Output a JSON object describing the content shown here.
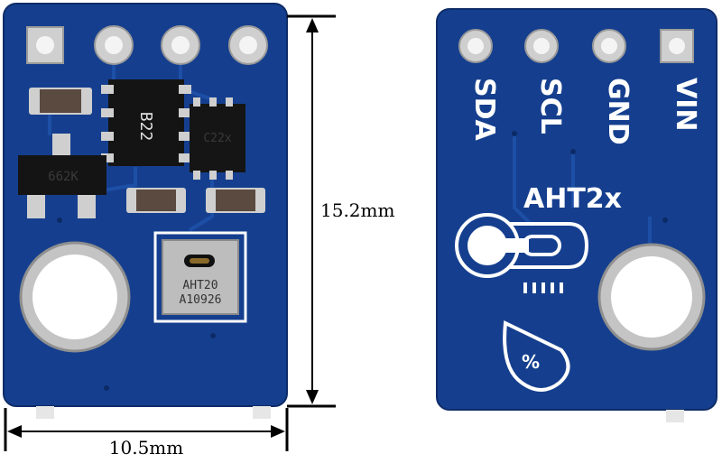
{
  "front_board": {
    "resistor_network_code": "B22",
    "regulator_marking": "662K",
    "ic_marking": "C22x",
    "sensor_line1": "AHT20",
    "sensor_line2": "A10926"
  },
  "back_board": {
    "pins": [
      "SDA",
      "SCL",
      "GND",
      "VIN"
    ],
    "product_name": "AHT2x",
    "humidity_symbol": "%"
  },
  "dimensions": {
    "height": "15.2mm",
    "width": "10.5mm"
  },
  "colors": {
    "pcb": "#133d8c",
    "silkscreen": "#ffffff",
    "pad": "#d9d9d9",
    "dimension_line": "#000000"
  }
}
